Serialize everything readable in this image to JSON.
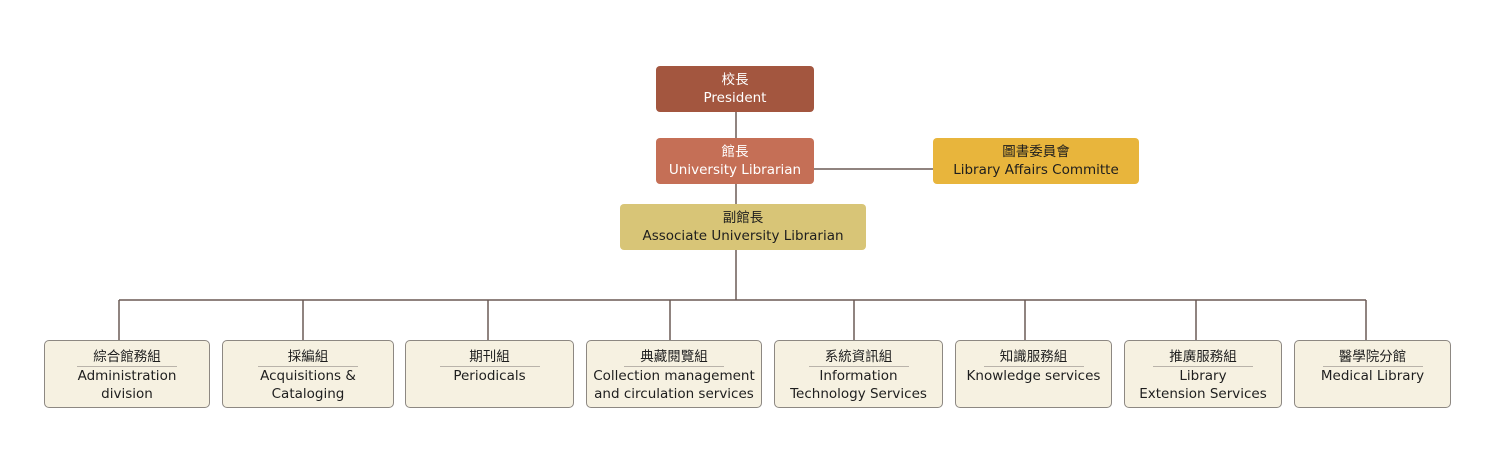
{
  "colors": {
    "president": "#a3563f",
    "librarian": "#c56f56",
    "committee": "#e8b53c",
    "associate": "#d8c577",
    "division_bg": "#f6f1e1",
    "connector": "#6b5a55"
  },
  "top": {
    "president": {
      "zh": "校長",
      "en": "President"
    },
    "librarian": {
      "zh": "館長",
      "en": "University Librarian"
    },
    "committee": {
      "zh": "圖書委員會",
      "en": "Library Affairs Committe"
    },
    "associate": {
      "zh": "副館長",
      "en": "Associate University Librarian"
    }
  },
  "divisions": [
    {
      "zh": "綜合館務組",
      "en1": "Administration",
      "en2": "division"
    },
    {
      "zh": "採編組",
      "en1": "Acquisitions &",
      "en2": "Cataloging"
    },
    {
      "zh": "期刊組",
      "en1": "Periodicals",
      "en2": ""
    },
    {
      "zh": "典藏閱覽組",
      "en1": "Collection management",
      "en2": "and circulation services"
    },
    {
      "zh": "系統資訊組",
      "en1": "Information",
      "en2": "Technology Services"
    },
    {
      "zh": "知識服務組",
      "en1": "Knowledge services",
      "en2": ""
    },
    {
      "zh": "推廣服務組",
      "en1": "Library",
      "en2": "Extension Services"
    },
    {
      "zh": "醫學院分館",
      "en1": "Medical Library",
      "en2": ""
    }
  ]
}
